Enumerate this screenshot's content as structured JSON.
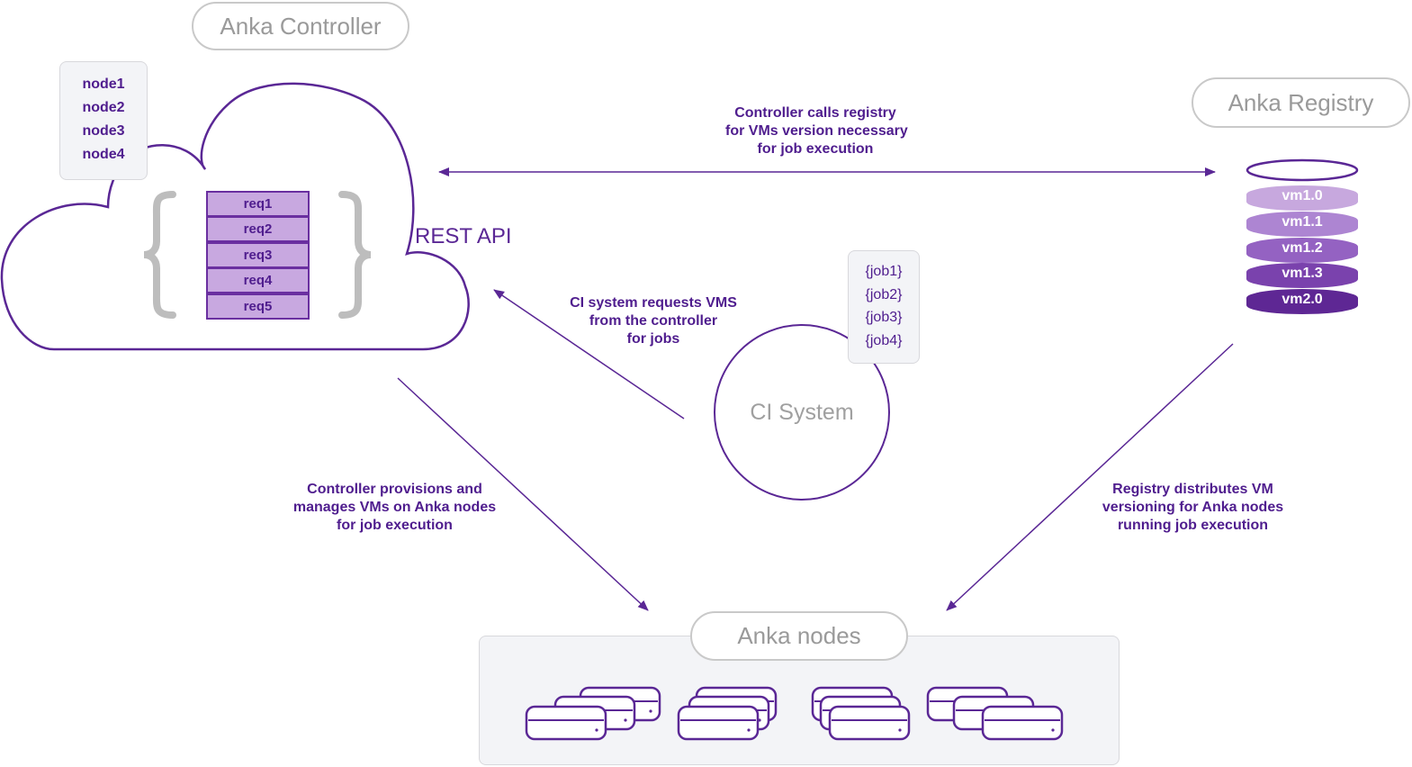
{
  "controller": {
    "title": "Anka Controller",
    "nodes": [
      "node1",
      "node2",
      "node3",
      "node4"
    ],
    "requests": [
      "req1",
      "req2",
      "req3",
      "req4",
      "req5"
    ],
    "rest_api": "REST API"
  },
  "registry": {
    "title": "Anka Registry",
    "versions": [
      "vm1.0",
      "vm1.1",
      "vm1.2",
      "vm1.3",
      "vm2.0"
    ]
  },
  "ci": {
    "title": "CI System",
    "jobs": [
      "{job1}",
      "{job2}",
      "{job3}",
      "{job4}"
    ]
  },
  "anka_nodes": {
    "title": "Anka nodes"
  },
  "notes": {
    "controller_registry": [
      "Controller calls registry",
      "for VMs version necessary",
      "for job execution"
    ],
    "ci_controller": [
      "CI system requests VMS",
      "from the controller",
      "for jobs"
    ],
    "controller_nodes": [
      "Controller provisions and",
      "manages VMs on Anka nodes",
      "for job execution"
    ],
    "registry_nodes": [
      "Registry distributes VM",
      "versioning for Anka nodes",
      "running job execution"
    ]
  },
  "colors": {
    "purple": "#5a2795",
    "grey": "#c9c9c9",
    "req_fill": "#c8a8e0",
    "disk_shades": [
      "#c7a8de",
      "#ad85d2",
      "#9462c2",
      "#7a42ad",
      "#5e2794"
    ]
  }
}
